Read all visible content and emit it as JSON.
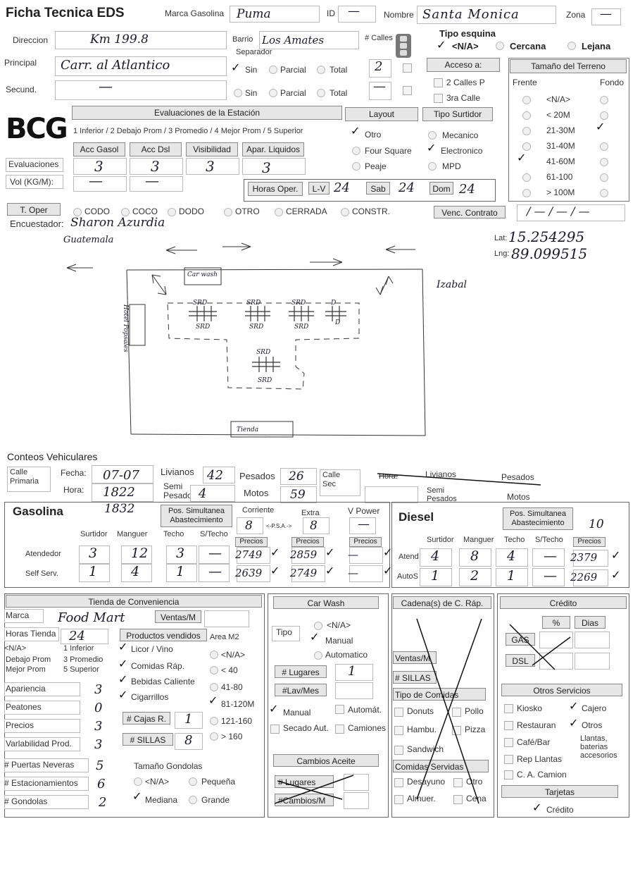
{
  "header": {
    "title": "Ficha Tecnica EDS",
    "marca_label": "Marca Gasolina",
    "marca": "Puma",
    "id_label": "ID",
    "id": "—",
    "nombre_label": "Nombre",
    "nombre": "Santa Monica",
    "zona_label": "Zona",
    "zona": "—"
  },
  "loc": {
    "direccion_label": "Direccion",
    "direccion": "Km 199.8",
    "barrio_label": "Barrio",
    "barrio": "Los Amates",
    "calles_label": "# Calles",
    "calles": "2",
    "separador_label": "Separador",
    "principal_label": "Principal",
    "principal": "Carr. al Atlantico",
    "secund_label": "Secund.",
    "secund": "—",
    "sin": "Sin",
    "parcial": "Parcial",
    "total": "Total",
    "sin2": "Sin",
    "parcial2": "Parcial",
    "total2": "Total",
    "secund_calles": "—"
  },
  "esquina": {
    "title": "Tipo esquina",
    "na": "<N/A>",
    "cercana": "Cercana",
    "lejana": "Lejana"
  },
  "acceso": {
    "title": "Acceso a:",
    "op1": "2 Calles P",
    "op2": "3ra Calle"
  },
  "terreno": {
    "title": "Tamaño del Terreno",
    "frente": "Frente",
    "fondo": "Fondo",
    "sizes": [
      "<N/A>",
      "< 20M",
      "21-30M",
      "31-40M",
      "41-60M",
      "61-100",
      "> 100M"
    ]
  },
  "logo": "BCG",
  "eval": {
    "title": "Evaluaciones de la Estación",
    "scale": "1 Inferior / 2 Debajo Prom / 3 Promedio / 4 Mejor Prom / 5 Superior",
    "label": "Evaluaciones",
    "vol_label": "Vol (KG/M):",
    "cols": [
      "Acc Gasol",
      "Acc Dsl",
      "Visibilidad",
      "Apar. Liquidos"
    ],
    "vals": [
      "3",
      "3",
      "3",
      "3"
    ],
    "vol1": "—",
    "vol2": "—"
  },
  "layout": {
    "title": "Layout",
    "otro": "Otro",
    "four": "Four Square",
    "peaje": "Peaje"
  },
  "surtidor": {
    "title": "Tipo Surtidor",
    "mecanico": "Mecanico",
    "electronico": "Electronico",
    "mpd": "MPD"
  },
  "horas": {
    "label": "Horas Oper.",
    "lv": "L-V",
    "lv_val": "24",
    "sab": "Sab",
    "sab_val": "24",
    "dom": "Dom",
    "dom_val": "24"
  },
  "oper": {
    "label": "T. Oper",
    "opts": [
      "CODO",
      "COCO",
      "DODO",
      "OTRO",
      "CERRADA",
      "CONSTR."
    ],
    "venc": "Venc. Contrato",
    "venc_val": "/ — / — / —"
  },
  "encuestador": {
    "label": "Encuestador:",
    "name": "Sharon Azurdia",
    "lat_label": "Lat:",
    "lat": "15.254295",
    "lng_label": "Lng:",
    "lng": "89.099515"
  },
  "sketch": {
    "top": "Guatemala",
    "right": "Izabal",
    "carwash": "Car wash",
    "left": "Hotel Popsales",
    "bottom": "Tienda",
    "srd": "SRD",
    "d": "D"
  },
  "conteos": {
    "title": "Conteos Vehiculares",
    "calle_p": "Calle Primaria",
    "fecha_label": "Fecha:",
    "fecha": "07-07",
    "hora_label": "Hora:",
    "hora": "1822",
    "livianos": "Livianos",
    "livianos_v": "42",
    "pesados": "Pesados",
    "pesados_v": "26",
    "semi": "Semi Pesados",
    "semi_v": "4",
    "motos": "Motos",
    "motos_v": "59",
    "calle_s": "Calle Sec",
    "hora2": "Hora:",
    "livianos2": "Livianos",
    "pesados2": "Pesados",
    "semi2": "Semi Pesados",
    "motos2": "Motos"
  },
  "gasolina": {
    "title": "Gasolina",
    "time": "1832",
    "pos": "Pos. Simultanea Abastecimiento",
    "corriente": "Corriente",
    "extra": "Extra",
    "vpower": "V Power",
    "c_val": "8",
    "psa": "<-P.S.A.->",
    "e_val": "8",
    "v_val": "—",
    "cols": [
      "Surtidor",
      "Manguer",
      "Techo",
      "S/Techo"
    ],
    "precios": "Precios",
    "aten": "Atendedor",
    "self": "Self Serv.",
    "aten_vals": [
      "3",
      "12",
      "3",
      "—"
    ],
    "self_vals": [
      "1",
      "4",
      "1",
      "—"
    ],
    "aten_prices": [
      "2749",
      "2859",
      "—"
    ],
    "self_prices": [
      "2639",
      "2749",
      "—"
    ]
  },
  "diesel": {
    "title": "Diesel",
    "pos": "Pos. Simultanea Abastecimiento",
    "pos_val": "10",
    "cols": [
      "Surtidor",
      "Manguer",
      "Techo",
      "S/Techo"
    ],
    "precios": "Precios",
    "aten": "Atend",
    "auto": "AutoS",
    "aten_vals": [
      "4",
      "8",
      "4",
      "—"
    ],
    "auto_vals": [
      "1",
      "2",
      "1",
      "—"
    ],
    "aten_price": "2379",
    "auto_price": "2269"
  },
  "tienda": {
    "title": "Tienda de Conveniencia",
    "marca_label": "Marca",
    "marca": "Food Mart",
    "ventas": "Ventas/M",
    "horas_label": "Horas Tienda",
    "horas": "24",
    "prod_label": "Productos vendidos",
    "area": "Area M2",
    "scale": [
      "<N/A>",
      "1 Inferior",
      "Debajo Prom",
      "3 Promedio",
      "Mejor Prom",
      "5 Superior"
    ],
    "prods": [
      "Licor / Vino",
      "Comidas Ráp.",
      "Bebidas Caliente",
      "Cigarrillos"
    ],
    "areas": [
      "<N/A>",
      "< 40",
      "41-80",
      "81-120M",
      "121-160",
      "> 160"
    ],
    "rows": [
      "Apariencia",
      "Peatones",
      "Precios",
      "Varlabilidad Prod."
    ],
    "row_vals": [
      "3",
      "0",
      "3",
      "3"
    ],
    "cajas": "# Cajas R.",
    "cajas_v": "1",
    "sillas": "# SILLAS",
    "sillas_v": "8",
    "neveras": "# Puertas Neveras",
    "neveras_v": "5",
    "estac": "# Estacionamientos",
    "estac_v": "6",
    "gondolas": "# Gondolas",
    "gondolas_v": "2",
    "tam": "Tamaño Gondolas",
    "tam_opts": [
      "<N/A>",
      "Pequeña",
      "Mediana",
      "Grande"
    ]
  },
  "carwash": {
    "title": "Car Wash",
    "tipo": "Tipo",
    "opts": [
      "<N/A>",
      "Manual",
      "Automatico"
    ],
    "lugares": "# Lugares",
    "lugares_v": "1",
    "lav": "#Lav/Mes",
    "manual": "Manual",
    "autom": "Automát.",
    "secado": "Secado Aut.",
    "camiones": "Camiones",
    "cambios": "Cambios Aceite",
    "c_lugares": "# Lugares",
    "c_cambios": "#Cambios/M"
  },
  "cadena": {
    "title": "Cadena(s) de C. Ráp.",
    "ventas": "Ventas/M",
    "sillas": "# SILLAS",
    "tipo": "Tipo de Comidas",
    "opts": [
      "Donuts",
      "Pollo",
      "Hambu.",
      "Pizza",
      "Sandwich"
    ],
    "servidas": "Comidas Servidas",
    "serv_opts": [
      "Desayuno",
      "Otro",
      "Almuer.",
      "Cena"
    ]
  },
  "credito": {
    "title": "Crédito",
    "pct": "%",
    "dias": "Dias",
    "gas": "GAS",
    "dsl": "DSL",
    "otros": "Otros Servicios",
    "opts": [
      "Kiosko",
      "Cajero",
      "Restauran",
      "Otros",
      "Café/Bar",
      "Rep Llantas",
      "C. A. Camion"
    ],
    "otros_note": "Llantas, baterias accesorios",
    "tarjetas": "Tarjetas",
    "tarj_opt": "Crédito"
  }
}
